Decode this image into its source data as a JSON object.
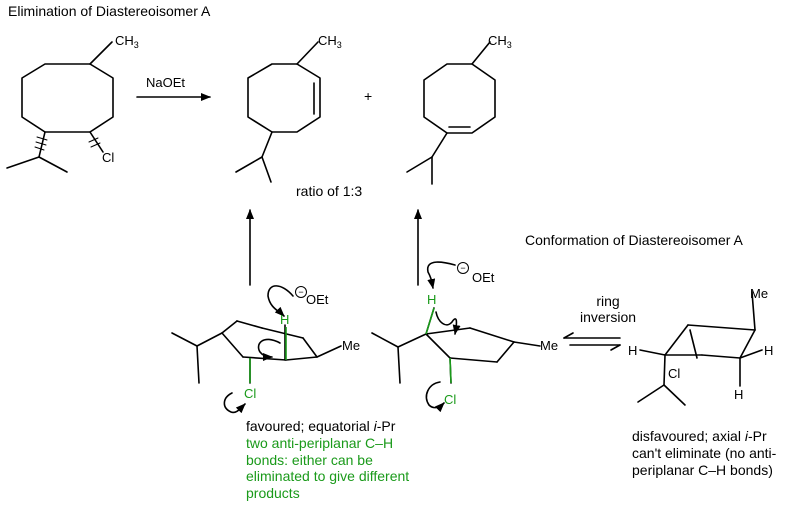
{
  "title": "Elimination of Diastereoisomer A",
  "reagent": "NaOEt",
  "plus": "+",
  "ratio": "ratio of 1:3",
  "conformation_title": "Conformation of Diastereoisomer A",
  "ring_inversion": [
    "ring",
    "inversion"
  ],
  "labels": {
    "ch3": "CH",
    "ch3_sub": "3",
    "cl": "Cl",
    "h": "H",
    "me": "Me",
    "oet": "OEt",
    "minus": "−"
  },
  "favoured": {
    "line1_prefix": "favoured; equatorial ",
    "line1_ital": "i",
    "line1_suffix": "-Pr",
    "green_lines": [
      "two anti-periplanar C–H",
      "bonds: either can be",
      "eliminated to give different",
      "products"
    ]
  },
  "disfavoured": {
    "line1_prefix": "disfavoured; axial ",
    "line1_ital": "i",
    "line1_suffix": "-Pr",
    "lines": [
      "can't eliminate (no anti-",
      "periplanar C–H bonds)"
    ]
  },
  "colors": {
    "ink": "#000000",
    "highlight": "#1a9a1a"
  }
}
